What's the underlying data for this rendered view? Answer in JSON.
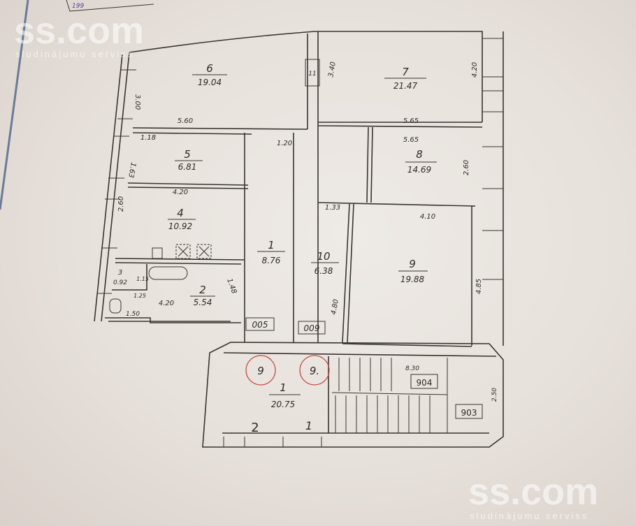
{
  "header_fragment": "199",
  "watermark": {
    "brand": "ss.com",
    "tagline": "sludinājumu serviss"
  },
  "rooms": {
    "r6": {
      "num": "6",
      "area": "19.04"
    },
    "r7": {
      "num": "7",
      "area": "21.47"
    },
    "r5": {
      "num": "5",
      "area": "6.81"
    },
    "r8": {
      "num": "8",
      "area": "14.69"
    },
    "r4": {
      "num": "4",
      "area": "10.92"
    },
    "r1": {
      "num": "1",
      "area": "8.76"
    },
    "r10": {
      "num": "10",
      "area": "6.38"
    },
    "r9": {
      "num": "9",
      "area": "19.88"
    },
    "r2": {
      "num": "2",
      "area": "5.54"
    },
    "r3": {
      "num": "3",
      "area": "0.92"
    },
    "r11": {
      "num": "11"
    },
    "hall": {
      "num": "1",
      "area": "20.75"
    }
  },
  "dimensions": {
    "d300": "3.00",
    "d560": "5.60",
    "d118": "1.18",
    "d163": "1.63",
    "d120": "1.20",
    "d420a": "4.20",
    "d260a": "2.60",
    "d148": "1.48",
    "d115": "1.15",
    "d125": "1.25",
    "d420b": "4.20",
    "d150": "1.50",
    "d133": "1.33",
    "d410": "4.10",
    "d480": "4.80",
    "d485": "4.85",
    "d340": "3.40",
    "d420c": "4.20",
    "d565a": "5.65",
    "d565b": "5.65",
    "d260b": "2.60",
    "d830": "8.30",
    "d250": "2.50"
  },
  "codes": {
    "c005": "005",
    "c009": "009",
    "c904": "904",
    "c903": "903"
  },
  "circled": {
    "a": "9",
    "b": "9."
  },
  "entrances": {
    "e2": "2",
    "e1": "1"
  },
  "colors": {
    "paper": "#e6e0da",
    "ink": "#3a3532",
    "circle": "#c94a4a"
  }
}
